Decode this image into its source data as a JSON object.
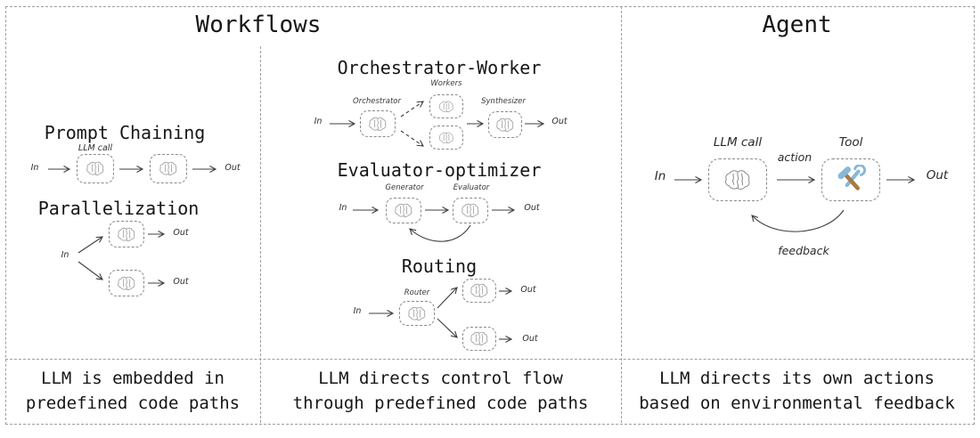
{
  "colors": {
    "frame_dash": "#9e9e9e",
    "node_dash": "#8a8a8a",
    "arrow": "#3f3f3f",
    "text": "#161616",
    "hand_text": "#2b2b2b",
    "tool_blue": "#85b9d8",
    "tool_brown": "#a87a45",
    "brain_gray": "#8e8e8e"
  },
  "workflows": {
    "title": "Workflows",
    "caption_left": {
      "line1": "LLM is embedded in",
      "line2": "predefined code paths"
    },
    "caption_middle": {
      "line1": "LLM directs control flow",
      "line2": "through predefined code paths"
    },
    "prompt_chaining": {
      "title": "Prompt Chaining",
      "in_label": "In",
      "out_label": "Out",
      "llm_call_label": "LLM call",
      "node_icon": "brain-icon"
    },
    "parallelization": {
      "title": "Parallelization",
      "in_label": "In",
      "out_label_top": "Out",
      "out_label_bottom": "Out",
      "node_icon": "brain-icon"
    },
    "orchestrator_worker": {
      "title": "Orchestrator-Worker",
      "in_label": "In",
      "out_label": "Out",
      "orchestrator_label": "Orchestrator",
      "workers_label": "Workers",
      "synthesizer_label": "Synthesizer",
      "node_icon": "brain-icon"
    },
    "evaluator_optimizer": {
      "title": "Evaluator-optimizer",
      "in_label": "In",
      "out_label": "Out",
      "generator_label": "Generator",
      "evaluator_label": "Evaluator",
      "node_icon": "brain-icon"
    },
    "routing": {
      "title": "Routing",
      "in_label": "In",
      "out_label_top": "Out",
      "out_label_bottom": "Out",
      "router_label": "Router",
      "node_icon": "brain-icon"
    }
  },
  "agent": {
    "title": "Agent",
    "caption": {
      "line1": "LLM directs its own actions",
      "line2": "based on environmental feedback"
    },
    "in_label": "In",
    "out_label": "Out",
    "llm_call_label": "LLM call",
    "tool_label": "Tool",
    "action_label": "action",
    "feedback_label": "feedback",
    "llm_node_icon": "brain-icon",
    "tool_node_icon": "hammer-wrench-icon"
  }
}
